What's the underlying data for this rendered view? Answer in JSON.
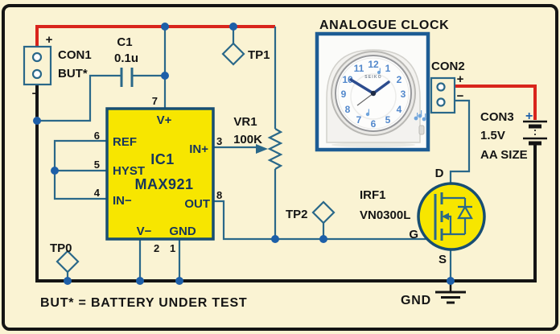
{
  "colors": {
    "bg": "#FAF3D3",
    "wire": "#2A6889",
    "outline": "#174E73",
    "dot": "#1D5FA8",
    "red": "#D9251C",
    "yellow": "#F7E600",
    "ink": "#141414",
    "navy": "#16365C",
    "boxblue": "#1D5C94",
    "clockblue": "#5288CC"
  },
  "title_note": "BUT* = BATTERY UNDER TEST",
  "clock": {
    "label": "ANALOGUE CLOCK",
    "brand": "SEIKO",
    "numerals": [
      "12",
      "1",
      "2",
      "3",
      "4",
      "5",
      "6",
      "7",
      "8",
      "9",
      "10",
      "11"
    ]
  },
  "con1": {
    "ref": "CON1",
    "name": "BUT*",
    "plus": "+",
    "minus": "−"
  },
  "c1": {
    "ref": "C1",
    "value": "0.1u"
  },
  "vr1": {
    "ref": "VR1",
    "value": "100K"
  },
  "tp0": {
    "ref": "TP0"
  },
  "tp1": {
    "ref": "TP1"
  },
  "tp2": {
    "ref": "TP2"
  },
  "ic1": {
    "ref": "IC1",
    "part": "MAX921",
    "pins": {
      "p1": {
        "num": "1",
        "label": "GND"
      },
      "p2": {
        "num": "2",
        "label": "V−"
      },
      "p3": {
        "num": "3",
        "label": "IN+"
      },
      "p4": {
        "num": "4",
        "label": "IN−"
      },
      "p5": {
        "num": "5",
        "label": "HYST"
      },
      "p6": {
        "num": "6",
        "label": "REF"
      },
      "p7": {
        "num": "7",
        "label": "V+"
      },
      "p8": {
        "num": "8",
        "label": "OUT"
      }
    }
  },
  "con2": {
    "ref": "CON2",
    "plus": "+",
    "minus": "−"
  },
  "con3": {
    "ref": "CON3",
    "plus": "+",
    "voltage": "1.5V",
    "size": "AA SIZE"
  },
  "mosfet": {
    "ref": "IRF1",
    "part": "VN0300L",
    "d": "D",
    "g": "G",
    "s": "S"
  },
  "ground": {
    "label": "GND"
  }
}
